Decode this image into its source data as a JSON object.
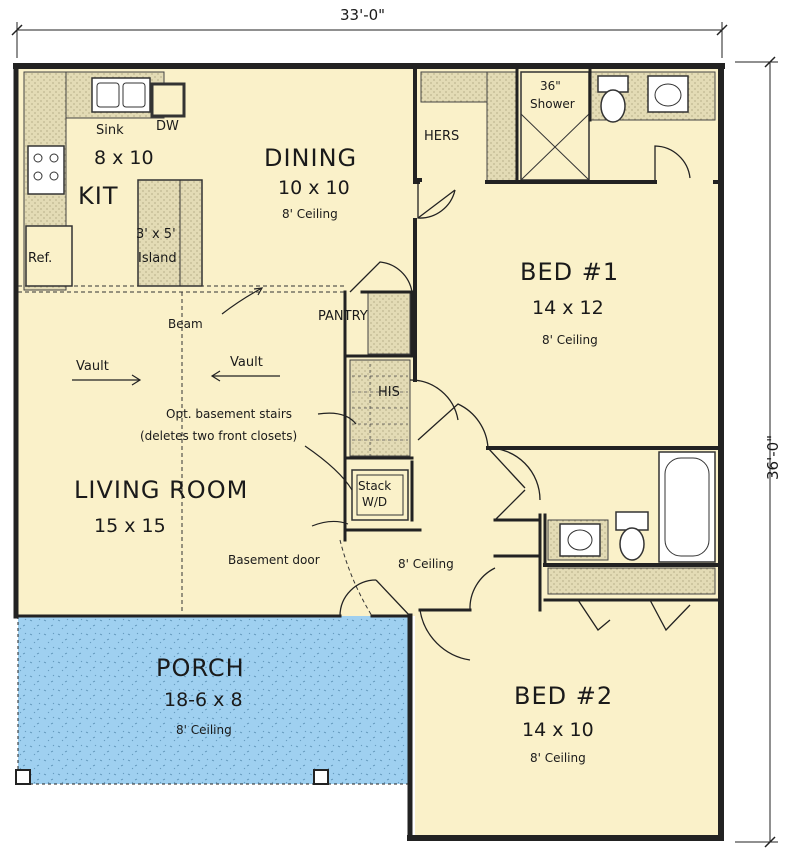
{
  "overall_width": "33'-0\"",
  "overall_depth": "36'-0\"",
  "rooms": {
    "kitchen": {
      "name": "KIT",
      "size": "8 x 10",
      "sink": "Sink",
      "dishwasher": "DW",
      "island": "3' x 5'",
      "island_label": "Island",
      "fridge": "Ref."
    },
    "dining": {
      "name": "DINING",
      "size": "10 x 10",
      "ceiling": "8' Ceiling"
    },
    "bed1": {
      "name": "BED #1",
      "size": "14 x 12",
      "ceiling": "8' Ceiling"
    },
    "bed2": {
      "name": "BED #2",
      "size": "14 x 10",
      "ceiling": "8' Ceiling"
    },
    "living": {
      "name": "LIVING ROOM",
      "size": "15 x 15"
    },
    "porch": {
      "name": "PORCH",
      "size": "18-6 x 8",
      "ceiling": "8' Ceiling"
    },
    "hall": {
      "ceiling": "8' Ceiling"
    },
    "hers": "HERS",
    "his": "HIS",
    "pantry": "PANTRY",
    "shower": "36\"",
    "shower_label": "Shower",
    "laundry": "Stack",
    "laundry2": "W/D"
  },
  "notes": {
    "beam": "Beam",
    "vault_left": "Vault",
    "vault_right": "Vault",
    "stairs_line1": "Opt. basement stairs",
    "stairs_line2": "(deletes two front closets)",
    "basement_door": "Basement door"
  },
  "colors": {
    "floor": "#faf1c9",
    "porch": "#9fd0f0",
    "counter": "#e3dbb5",
    "wall": "#222222",
    "background": "#ffffff"
  }
}
